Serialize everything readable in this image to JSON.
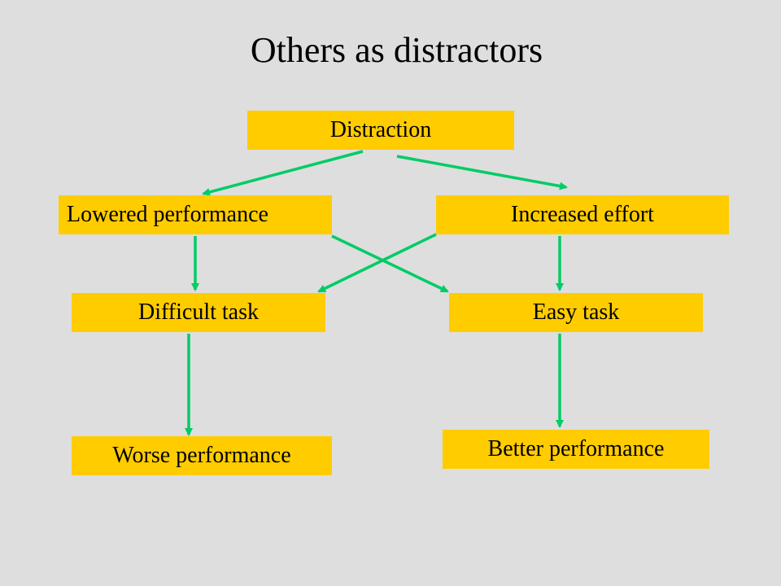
{
  "title": "Others as distractors",
  "nodes": {
    "distraction": "Distraction",
    "lowered_performance": "Lowered performance",
    "increased_effort": "Increased effort",
    "difficult_task": "Difficult task",
    "easy_task": "Easy task",
    "worse_performance": "Worse performance",
    "better_performance": "Better performance"
  },
  "edges": [
    {
      "from": "distraction",
      "to": "lowered_performance"
    },
    {
      "from": "distraction",
      "to": "increased_effort"
    },
    {
      "from": "lowered_performance",
      "to": "difficult_task"
    },
    {
      "from": "lowered_performance",
      "to": "easy_task"
    },
    {
      "from": "increased_effort",
      "to": "difficult_task"
    },
    {
      "from": "increased_effort",
      "to": "easy_task"
    },
    {
      "from": "difficult_task",
      "to": "worse_performance"
    },
    {
      "from": "easy_task",
      "to": "better_performance"
    }
  ],
  "colors": {
    "background": "#dedede",
    "box_fill": "#ffcc00",
    "arrow": "#00cc66"
  }
}
